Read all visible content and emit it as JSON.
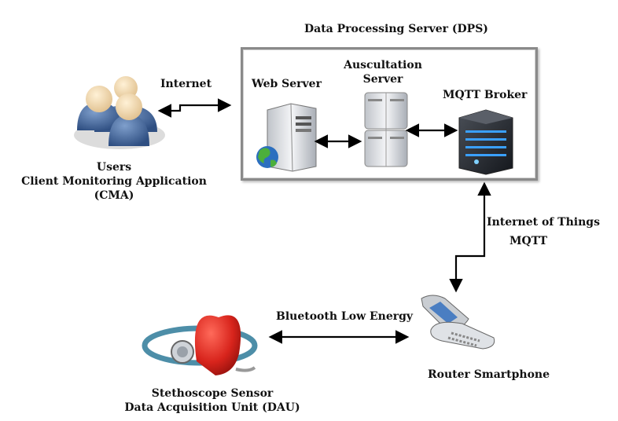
{
  "dps": {
    "title": "Data Processing Server (DPS)",
    "web_server": "Web Server",
    "auscultation_server_line1": "Auscultation",
    "auscultation_server_line2": "Server",
    "mqtt_broker": "MQTT Broker"
  },
  "users": {
    "line1": "Users",
    "line2": "Client Monitoring Application",
    "line3": "(CMA)"
  },
  "links": {
    "internet": "Internet",
    "iot_line1": "Internet of Things",
    "iot_line2": "MQTT",
    "ble": "Bluetooth Low Energy"
  },
  "router": {
    "label": "Router Smartphone"
  },
  "dau": {
    "line1": "Stethoscope Sensor",
    "line2": "Data Acquisition Unit (DAU)"
  },
  "icons": [
    "users-icon",
    "web-server-icon",
    "globe-icon",
    "auscultation-server-icon",
    "mqtt-broker-icon",
    "smartphone-icon",
    "stethoscope-heart-icon"
  ]
}
